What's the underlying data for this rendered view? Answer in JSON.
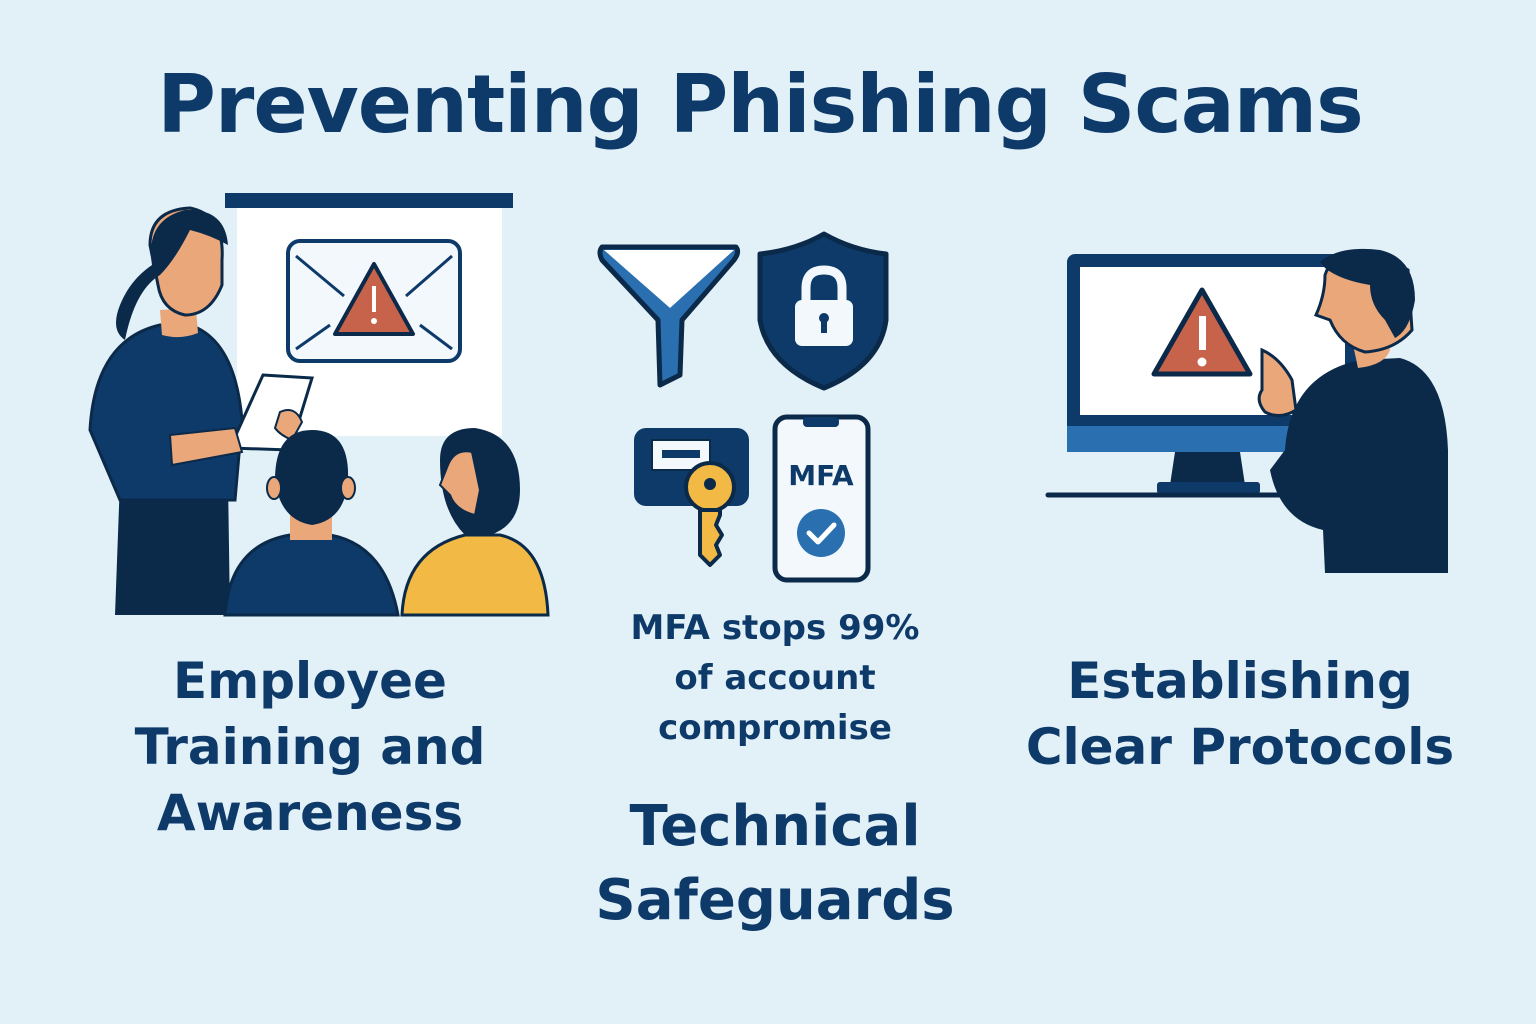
{
  "title": "Preventing Phishing Scams",
  "colors": {
    "background": "#e2f0f7",
    "navy": "#0e3a6a",
    "dark_navy": "#0b2a4a",
    "mid_blue": "#2a6fb0",
    "warning_red": "#c8634b",
    "yellow": "#f2b945",
    "skin": "#eaa77a",
    "white": "#ffffff"
  },
  "sections": [
    {
      "id": "training",
      "heading_lines": [
        "Employee",
        "Training and",
        "Awareness"
      ],
      "illustration": "presenter-with-email-warning-slide"
    },
    {
      "id": "technical",
      "stat_lines": [
        "MFA stops 99%",
        "of account",
        "compromise"
      ],
      "heading_lines": [
        "Technical",
        "Safeguards"
      ],
      "icons": [
        "filter-funnel-icon",
        "shield-lock-icon",
        "keycard-key-icon",
        "mfa-phone-icon"
      ],
      "mfa_label": "MFA"
    },
    {
      "id": "protocols",
      "heading_lines": [
        "Establishing",
        "Clear Protocols"
      ],
      "illustration": "person-pointing-at-monitor-warning"
    }
  ]
}
